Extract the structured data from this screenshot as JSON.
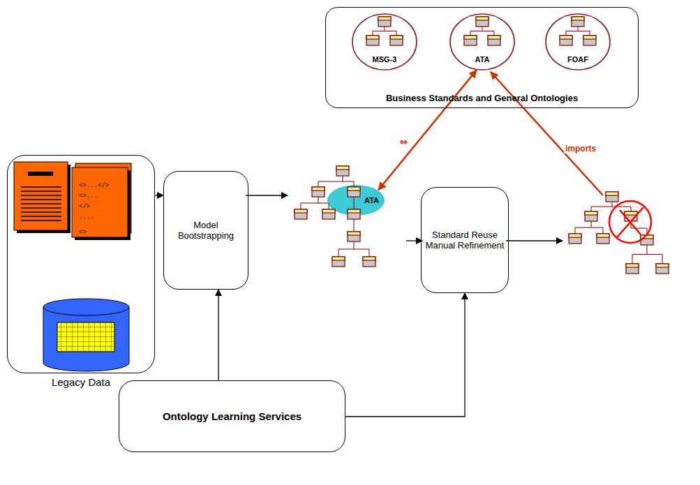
{
  "diagram": {
    "nodes": [
      {
        "text": [
          "Business Standards and General Ontologies"
        ]
      },
      {
        "text": [
          "MSG-3"
        ],
        "in": 0
      },
      {
        "text": [
          "ATA"
        ],
        "in": 0
      },
      {
        "text": [
          "FOAF"
        ],
        "in": 0
      },
      {
        "text": [
          "Legacy Data"
        ]
      },
      {
        "text": [
          "Model Bootstrapping"
        ]
      },
      {
        "text": [
          "ATA"
        ]
      },
      {
        "text": [
          "Standard Reuse Manual Refinement"
        ]
      },
      {
        "text": [
          "Ontology Learning Services"
        ]
      }
    ],
    "edges": [
      {
        "from": 6,
        "to": 2,
        "arrow": "both",
        "label": "⇔"
      },
      {
        "from": 4,
        "to": 5,
        "arrow": "to"
      },
      {
        "from": 8,
        "to": 5,
        "arrow": "to"
      },
      {
        "from": 8,
        "to": 7,
        "arrow": "to"
      }
    ],
    "labels": [
      "<>...</>",
      "<>...",
      "</>",
      "....",
      "<>",
      "imports"
    ]
  }
}
